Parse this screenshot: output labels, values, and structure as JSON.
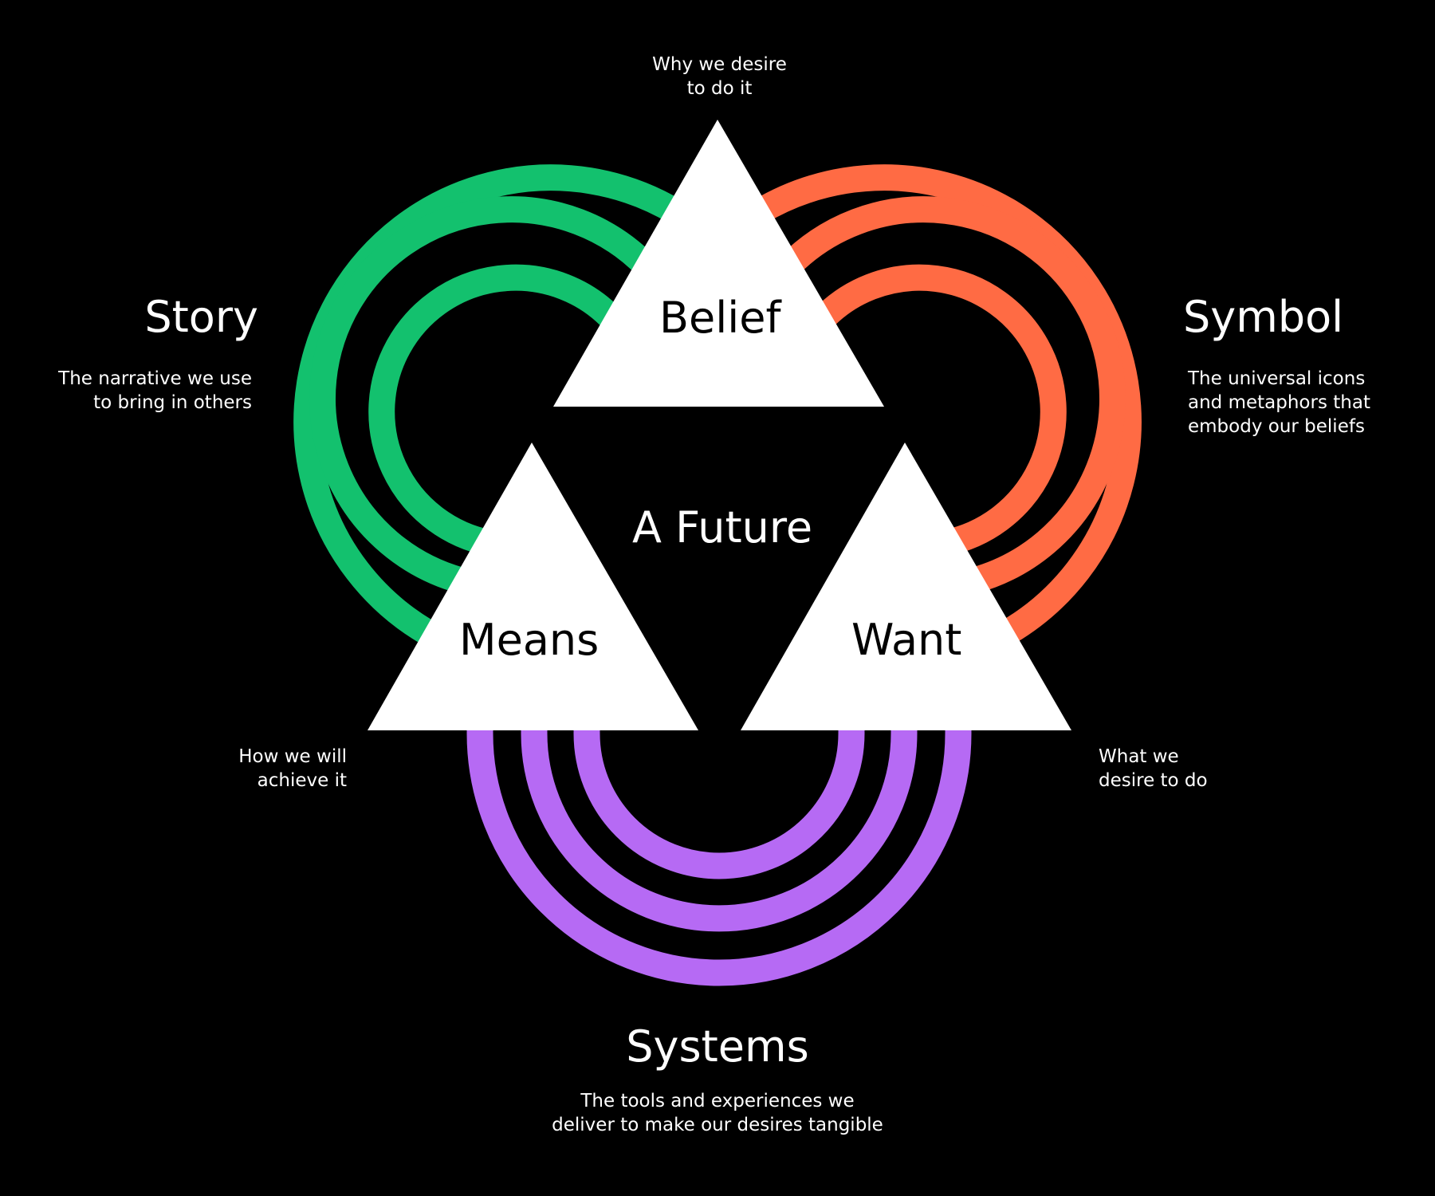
{
  "colors": {
    "background": "#000000",
    "story": "#13C16E",
    "symbol": "#FF6B44",
    "systems": "#B66AF4",
    "triangle": "#FFFFFF",
    "text": "#FFFFFF",
    "triangle_text": "#000000"
  },
  "center": {
    "label": "A Future"
  },
  "belief": {
    "label": "Belief",
    "desc": [
      "Why we desire",
      "to do it"
    ]
  },
  "means": {
    "label": "Means",
    "desc": [
      "How we will",
      "achieve it"
    ]
  },
  "want": {
    "label": "Want",
    "desc": [
      "What we",
      "desire to do"
    ]
  },
  "story": {
    "title": "Story",
    "desc": [
      "The narrative we use",
      "to bring in others"
    ]
  },
  "symbol": {
    "title": "Symbol",
    "desc": [
      "The universal icons",
      "and metaphors that",
      "embody our beliefs"
    ]
  },
  "systems": {
    "title": "Systems",
    "desc": [
      "The tools and experiences we",
      "deliver to make our desires tangible"
    ]
  }
}
